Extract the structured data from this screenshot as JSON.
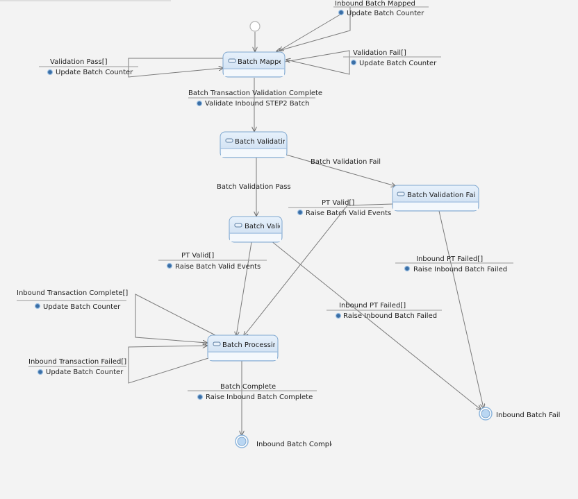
{
  "states": {
    "batch_mapped": "Batch Mapped",
    "batch_validating": "Batch Validating",
    "batch_validation_failed": "Batch Validation Failed",
    "batch_valid": "Batch Valid",
    "batch_processing": "Batch Processing"
  },
  "final_states": {
    "inbound_batch_failed": "Inbound Batch Failed",
    "inbound_batch_complete": "Inbound Batch Complete"
  },
  "transitions": {
    "inbound_batch_mapped": {
      "trigger": "Inbound Batch Mapped",
      "action": "Update Batch Counter"
    },
    "validation_pass": {
      "trigger": "Validation Pass[]",
      "action": "Update Batch Counter"
    },
    "validation_fail": {
      "trigger": "Validation Fail[]",
      "action": "Update Batch Counter"
    },
    "batch_transaction_validation_complete": {
      "trigger": "Batch Transaction Validation Complete",
      "action": "Validate Inbound STEP2 Batch"
    },
    "batch_validation_fail": {
      "trigger": "Batch Validation Fail"
    },
    "batch_validation_pass": {
      "trigger": "Batch Validation Pass"
    },
    "pt_valid_from_failed": {
      "trigger": "PT Valid[]",
      "action": "Raise Batch Valid Events"
    },
    "pt_valid_from_valid": {
      "trigger": "PT Valid[]",
      "action": "Raise Batch Valid Events"
    },
    "inbound_pt_failed_from_failed": {
      "trigger": "Inbound PT Failed[]",
      "action": "Raise Inbound Batch Failed"
    },
    "inbound_pt_failed_from_valid": {
      "trigger": "Inbound PT Failed[]",
      "action": "Raise Inbound Batch Failed"
    },
    "inbound_transaction_complete": {
      "trigger": "Inbound Transaction Complete[]",
      "action": "Update Batch Counter"
    },
    "inbound_transaction_failed": {
      "trigger": "Inbound Transaction Failed[]",
      "action": "Update Batch Counter"
    },
    "batch_complete": {
      "trigger": "Batch Complete",
      "action": "Raise Inbound Batch Complete"
    }
  },
  "colors": {
    "state_fill": "#d8e8f7",
    "state_border": "#7fa7cf",
    "final_fill": "#b9d6f2",
    "action_icon": "#3a6ea5"
  }
}
